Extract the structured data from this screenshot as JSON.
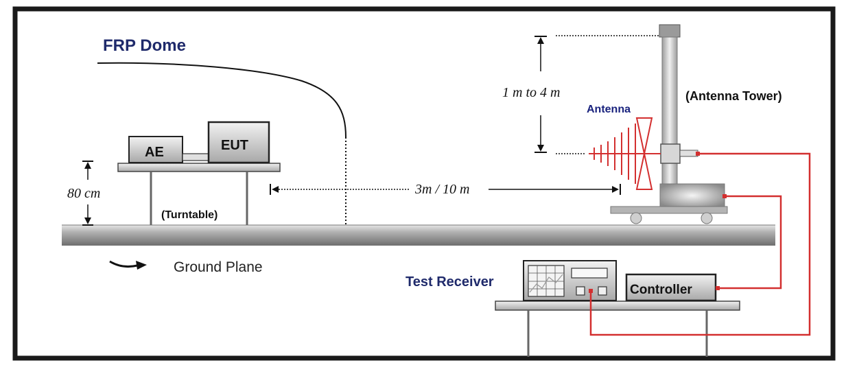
{
  "labels": {
    "frp_dome": "FRP Dome",
    "ae": "AE",
    "eut": "EUT",
    "height_80": "80 cm",
    "turntable": "(Turntable)",
    "ground_plane": "Ground Plane",
    "distance": "3m / 10 m",
    "antenna_height": "1 m to 4 m",
    "antenna": "Antenna",
    "antenna_tower": "(Antenna Tower)",
    "test_receiver": "Test Receiver",
    "controller": "Controller"
  },
  "colors": {
    "frame": "#1a1a1a",
    "title_blue": "#1f2a6b",
    "antenna_blue": "#1a237e",
    "cable_red": "#d32f2f",
    "ground": "#8f8f8f",
    "metal_light": "#d4d4d4",
    "metal_dark": "#9a9a9a"
  }
}
